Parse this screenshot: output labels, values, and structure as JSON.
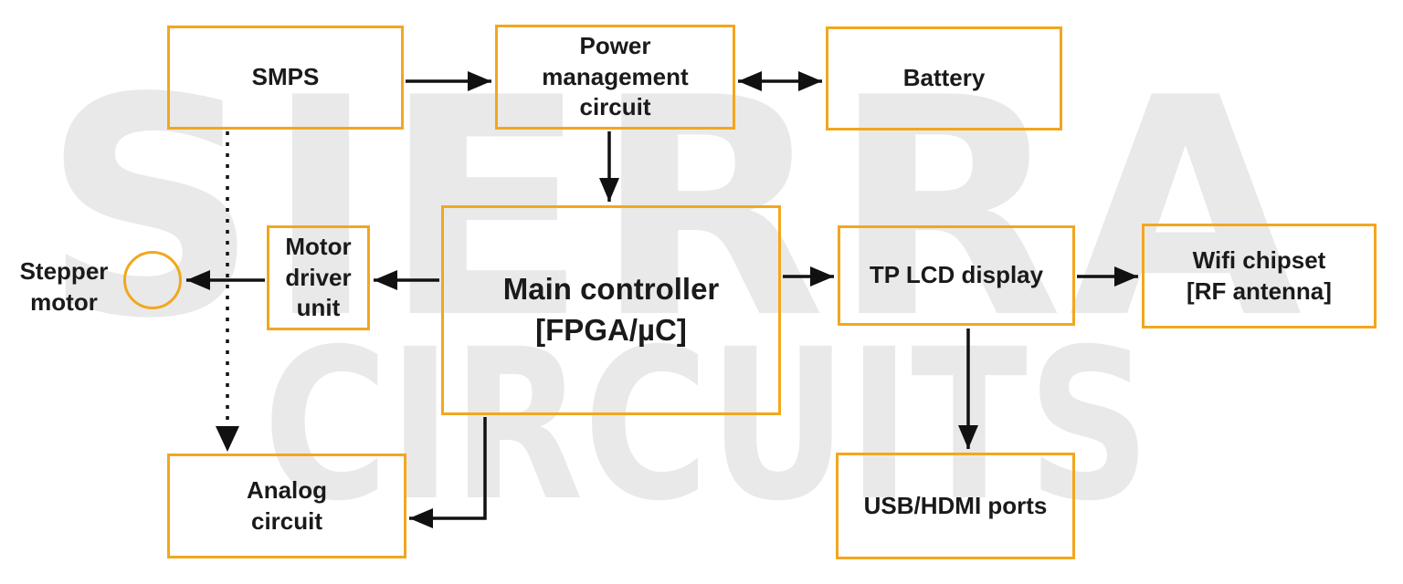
{
  "diagram": {
    "type": "block-diagram",
    "watermark": {
      "line1": "SIERRA",
      "line2": "CIRCUITS"
    },
    "colors": {
      "node_border": "#F2A71E",
      "connector": "#111111",
      "watermark": "#E9E9E9",
      "label_text": "#1A1A1A",
      "background": "#FFFFFF"
    },
    "nodes": {
      "smps": {
        "label": "SMPS"
      },
      "power_management": {
        "label": "Power management circuit"
      },
      "battery": {
        "label": "Battery"
      },
      "main_controller": {
        "label": "Main controller [FPGA/µC]"
      },
      "motor_driver": {
        "label": "Motor driver unit"
      },
      "stepper_motor": {
        "label": "Stepper motor"
      },
      "tp_lcd": {
        "label": "TP LCD display"
      },
      "wifi_chipset": {
        "label": "Wifi chipset [RF antenna]"
      },
      "analog_circuit": {
        "label": "Analog circuit"
      },
      "usb_hdmi": {
        "label": "USB/HDMI ports"
      }
    },
    "edges": [
      {
        "from": "smps",
        "to": "power_management",
        "style": "solid",
        "direction": "forward"
      },
      {
        "from": "power_management",
        "to": "battery",
        "style": "solid",
        "direction": "bidirectional"
      },
      {
        "from": "power_management",
        "to": "main_controller",
        "style": "solid",
        "direction": "forward"
      },
      {
        "from": "main_controller",
        "to": "motor_driver",
        "style": "solid",
        "direction": "forward"
      },
      {
        "from": "motor_driver",
        "to": "stepper_motor",
        "style": "solid",
        "direction": "forward"
      },
      {
        "from": "main_controller",
        "to": "tp_lcd",
        "style": "solid",
        "direction": "forward"
      },
      {
        "from": "tp_lcd",
        "to": "wifi_chipset",
        "style": "solid",
        "direction": "forward"
      },
      {
        "from": "tp_lcd",
        "to": "usb_hdmi",
        "style": "solid",
        "direction": "forward"
      },
      {
        "from": "smps",
        "to": "analog_circuit",
        "style": "dashed",
        "direction": "forward"
      },
      {
        "from": "main_controller",
        "to": "analog_circuit",
        "style": "solid",
        "direction": "forward"
      }
    ]
  }
}
